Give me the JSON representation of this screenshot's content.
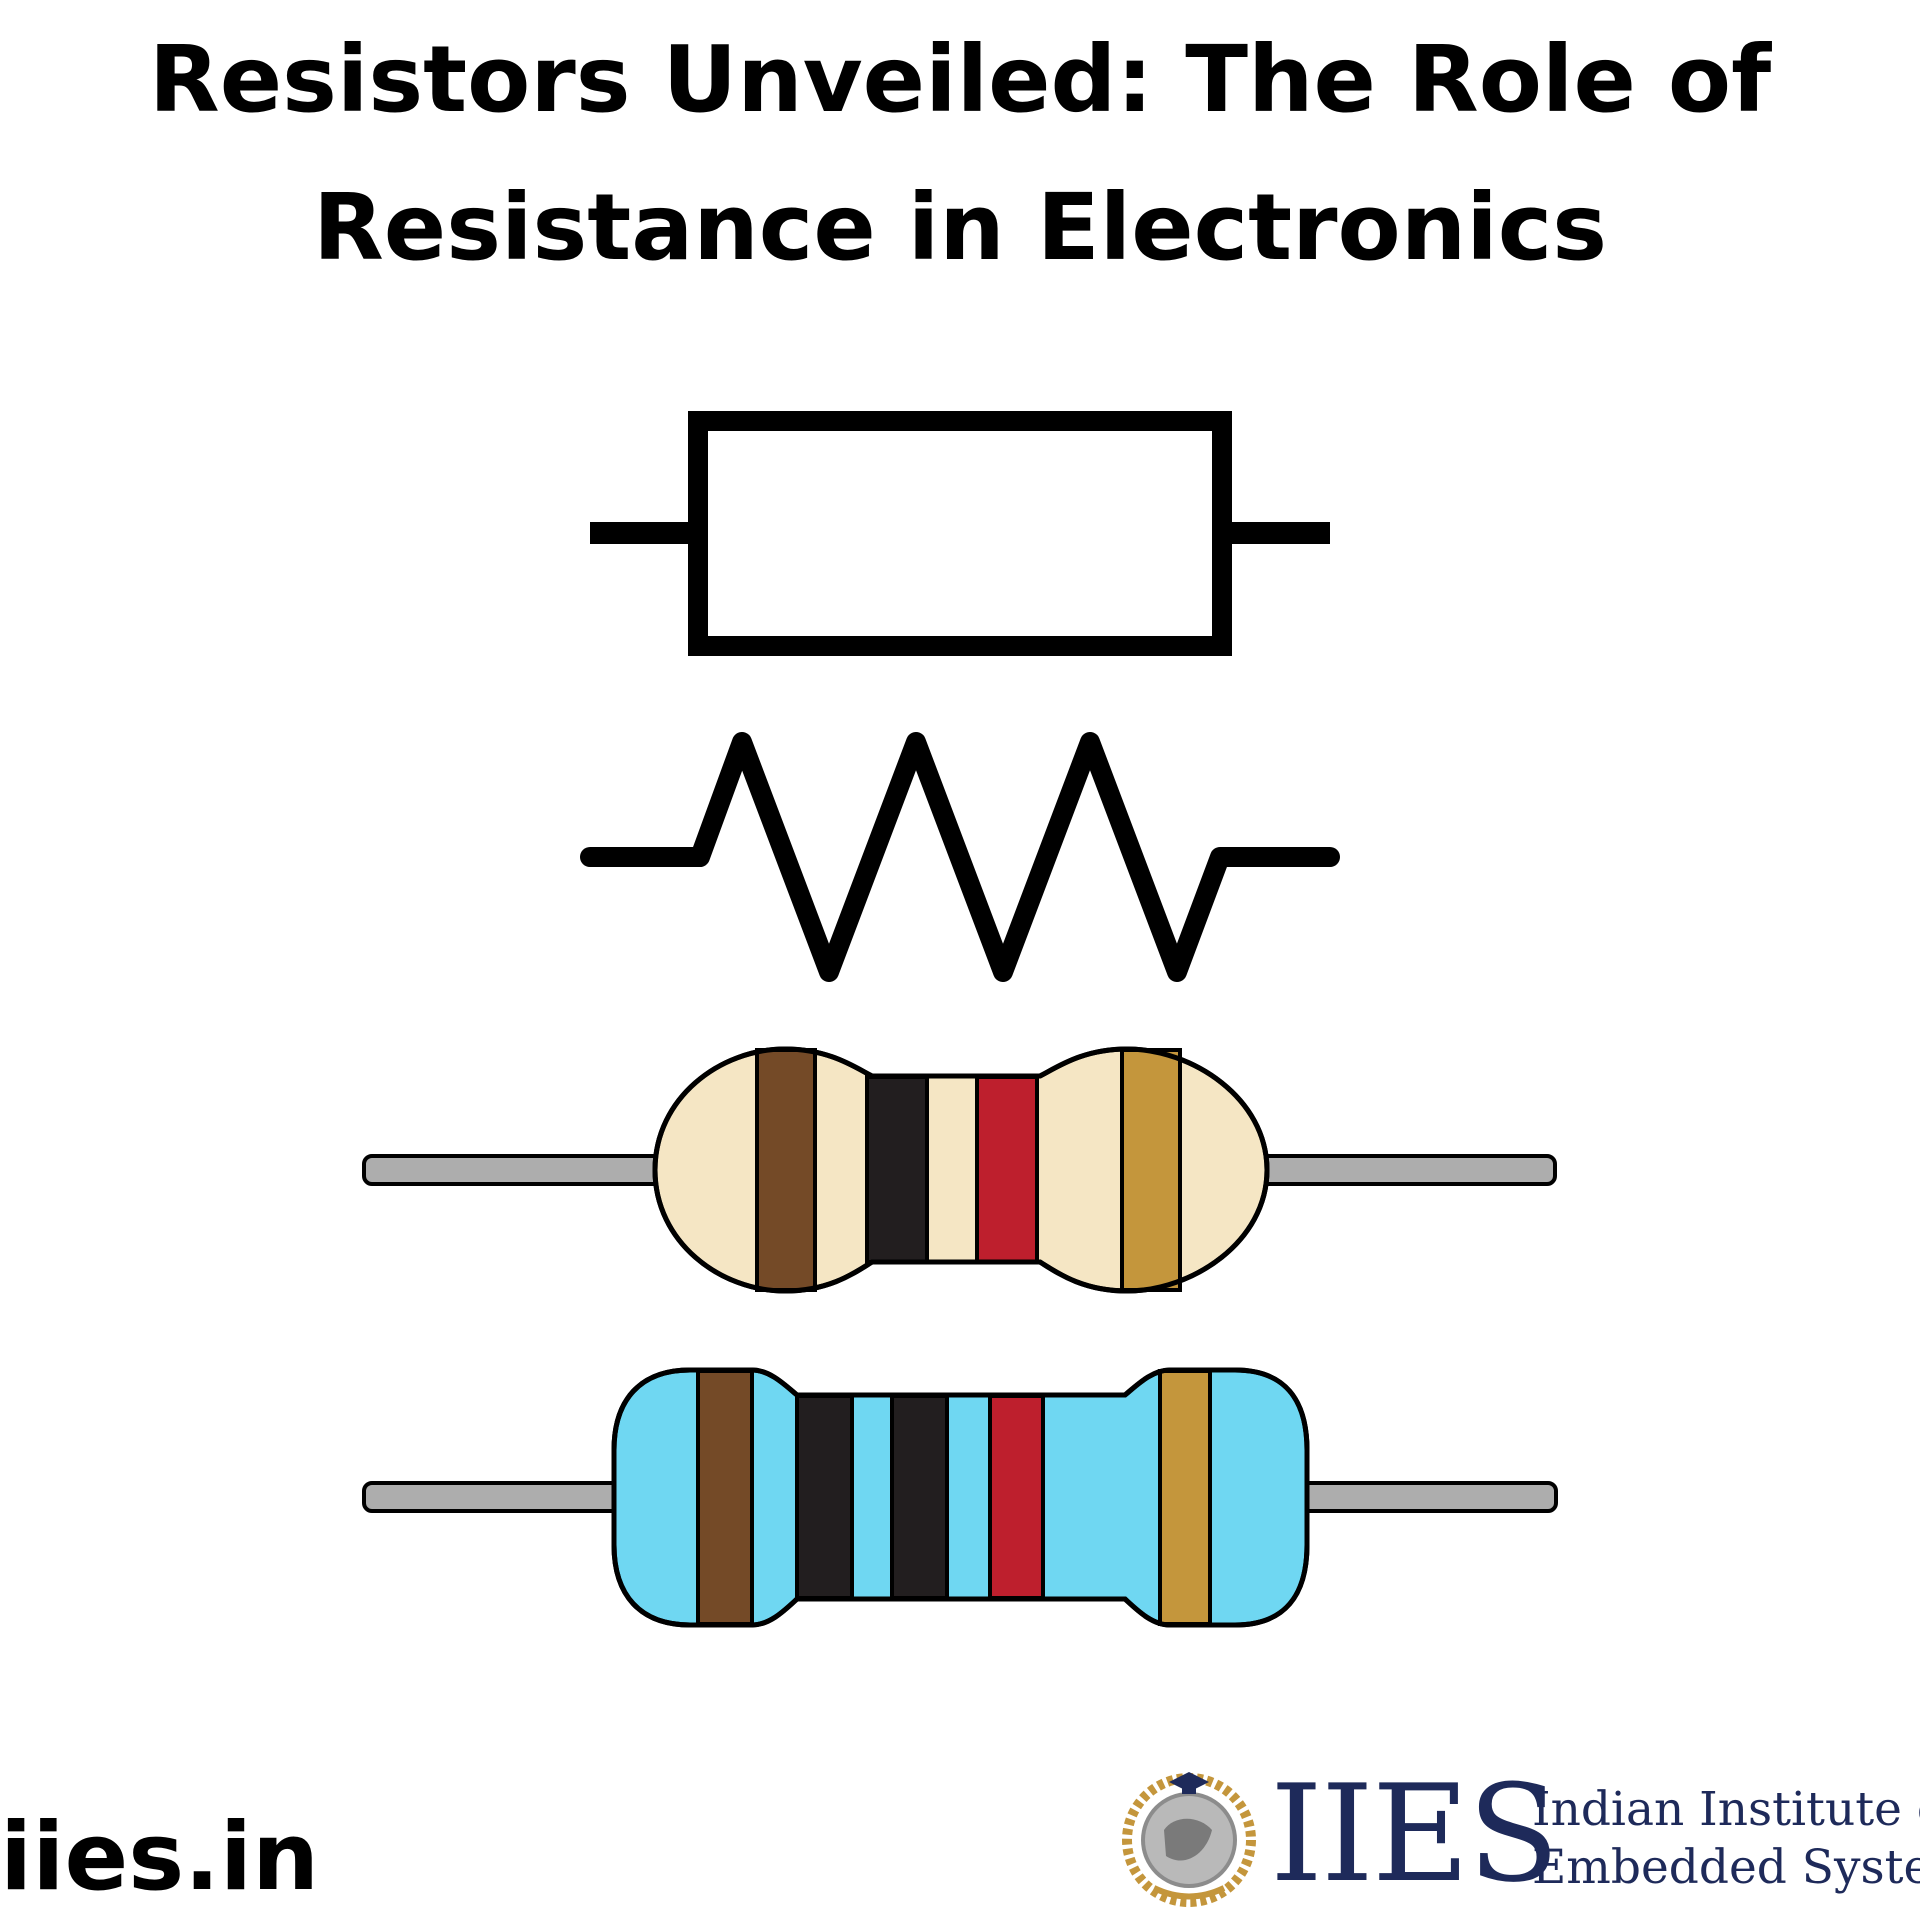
{
  "title": {
    "line1": "Resistors Unveiled: The Role of",
    "line2": "Resistance in Electronics"
  },
  "footer": {
    "website": "iies.in"
  },
  "logo": {
    "mark": "IIES",
    "name_line1": "Indian Institute of",
    "name_line2": "Embedded Systems"
  },
  "icons": {
    "box_symbol": "resistor-box-symbol-icon",
    "zigzag_symbol": "resistor-zigzag-symbol-icon",
    "beige_resistor": "carbon-resistor-icon",
    "blue_resistor": "metal-film-resistor-icon",
    "emblem": "iies-emblem-icon"
  },
  "colors": {
    "beige_body": "#f5e6c4",
    "blue_body": "#6fd7f2",
    "lead": "#adadad",
    "band_brown": "#744a27",
    "band_black": "#221e1f",
    "band_red": "#be1f2d",
    "band_gold": "#c4963c",
    "logo_navy": "#1e2a5a"
  }
}
